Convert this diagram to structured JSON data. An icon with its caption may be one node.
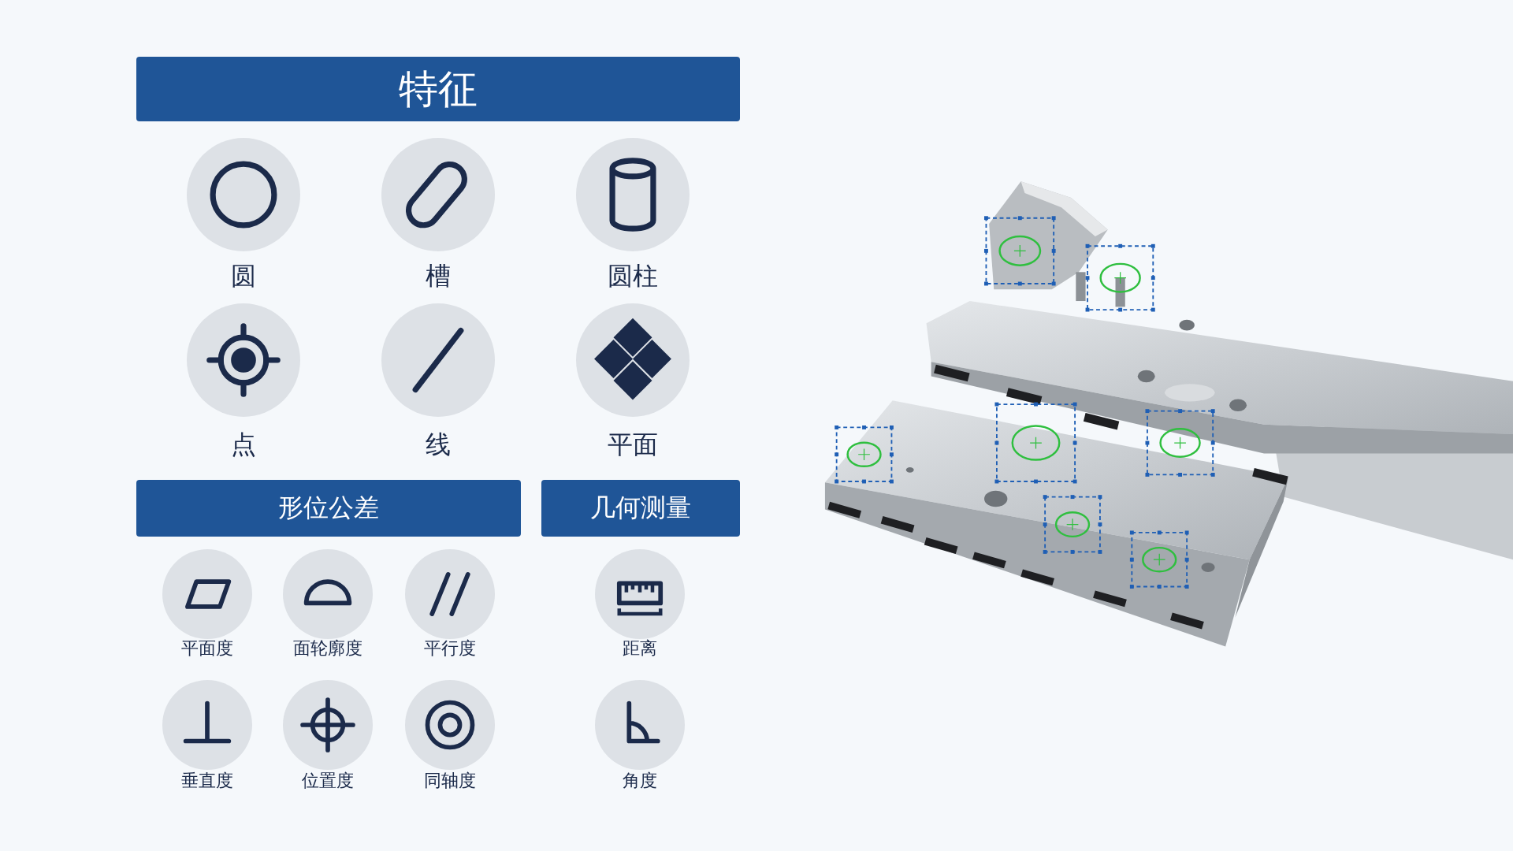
{
  "diagram": {
    "nodes": [
      {
        "text": [
          "特征"
        ]
      },
      {
        "text": [
          "圆"
        ]
      },
      {
        "text": [
          "槽"
        ]
      },
      {
        "text": [
          "圆柱"
        ]
      },
      {
        "text": [
          "点"
        ]
      },
      {
        "text": [
          "线"
        ]
      },
      {
        "text": [
          "平面"
        ]
      },
      {
        "text": [
          "形位公差"
        ]
      },
      {
        "text": [
          "平面度"
        ]
      },
      {
        "text": [
          "面轮廓度"
        ]
      },
      {
        "text": [
          "平行度"
        ]
      },
      {
        "text": [
          "垂直度"
        ]
      },
      {
        "text": [
          "位置度"
        ]
      },
      {
        "text": [
          "同轴度"
        ]
      },
      {
        "text": [
          "几何测量"
        ]
      },
      {
        "text": [
          "距离"
        ]
      },
      {
        "text": [
          "角度"
        ]
      }
    ]
  }
}
